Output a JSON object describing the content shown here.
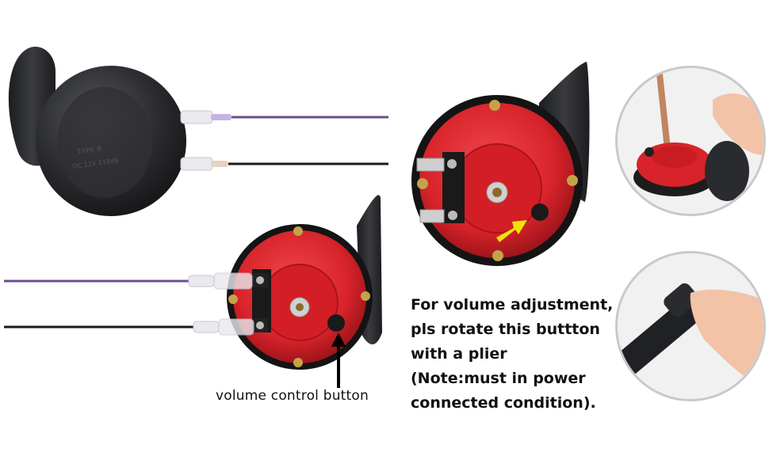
{
  "annotations": {
    "volume_label": "volume control button",
    "instructions": [
      "For volume adjustment,",
      "pls rotate this buttton",
      "with a plier",
      "(Note:must in power",
      "connected condition)."
    ]
  },
  "colors": {
    "horn_red": "#d8232a",
    "horn_black": "#2a2b2e",
    "wire_purple": "#6b4c8e",
    "wire_black": "#1a1a1a",
    "arrow_yellow": "#f2e20a"
  },
  "icons": [
    "horn-black-side-photo",
    "horn-red-front-photo",
    "horn-red-angled-photo",
    "plier-adjust-photo",
    "hand-turning-knob-photo",
    "yellow-arrow-icon",
    "black-arrow-icon"
  ]
}
